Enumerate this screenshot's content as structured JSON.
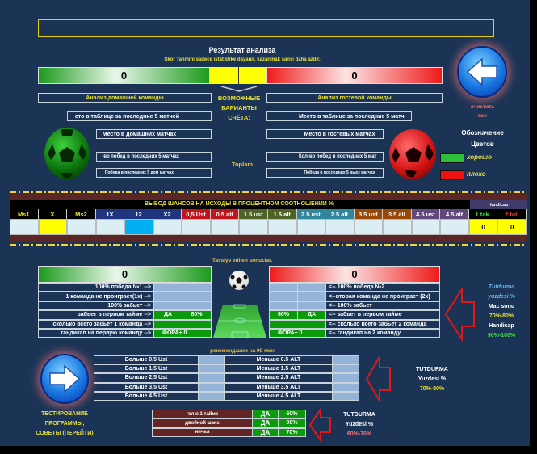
{
  "top_input": "",
  "analysis": {
    "title": "Результат анализа",
    "subtitle": "Skor Tahmini sadece istatistike dayanir, kazanmak sansi daha azdir.",
    "home_score": "0",
    "away_score": "0",
    "home_header": "Анализ домашней команды",
    "away_header": "Анализ гостевой команды",
    "middle": [
      "ВОЗМОЖНЫЕ",
      "ВАРИАНТЫ",
      "СЧЁТА:"
    ],
    "toplam": "Toplam",
    "home_rows": [
      "сто в таблице за последние 5 матчей",
      "Место в домашних матчах",
      "-во побед в последних 5 матчах",
      "Победа в последних 5 дом матчах"
    ],
    "away_rows": [
      "Место в таблице за последние 5 матч",
      "Место в гостевых матчах",
      "Кол-во побед в последних 5 мат",
      "Победа в последних 5 выез матчах"
    ],
    "clear_label": [
      "очистить",
      "все"
    ],
    "legend_title": [
      "Обозначение",
      "Цветов"
    ],
    "legend_good": "хорошо",
    "legend_bad": "плохо",
    "good_color": "#2bbf3a",
    "bad_color": "#ee1111"
  },
  "odds": {
    "title": "ВЫВОД ШАНСОВ НА ИСХОДЫ В ПРОЦЕНТНОМ СООТНОШЕНИИ %",
    "handicap": "Handicap",
    "columns": [
      "Ms1",
      "X",
      "Ms2",
      "1X",
      "12",
      "X2",
      "0,5 Ust",
      "0,5 alt",
      "1.5 ust",
      "1.5 alt",
      "2.5 ust",
      "2.5 alt",
      "3.5 ust",
      "3.5 alt",
      "4.5 ust",
      "4.5 alt",
      "1 tak.",
      "2 tal."
    ],
    "values": [
      "",
      "",
      "",
      "",
      "",
      "",
      "",
      "",
      "",
      "",
      "",
      "",
      "",
      "",
      "",
      "",
      "0",
      "0"
    ]
  },
  "recommend": {
    "title": "Tavsiye edilen sonuclar.",
    "home_score": "0",
    "away_score": "0",
    "home_rows": [
      {
        "label": "100%  победа №1 -->",
        "v1": "",
        "v2": ""
      },
      {
        "label": "1 команда не проиграет(1х) -->",
        "v1": "",
        "v2": ""
      },
      {
        "label": "100% забьет -->",
        "v1": "",
        "v2": ""
      },
      {
        "label": "забьет в первом тайме -->",
        "v1": "ДА",
        "v2": "60%"
      },
      {
        "label": "сколько всего забьет 1 команда -->",
        "v1": ""
      },
      {
        "label": "гандикап на первую команду -->",
        "v1": "ФОРА+  0"
      }
    ],
    "away_rows": [
      {
        "label": "<-- 100% победа №2",
        "v1": "",
        "v2": ""
      },
      {
        "label": "<--вторая команда не проиграет  (2х)",
        "v1": "",
        "v2": ""
      },
      {
        "label": "<-- 100% забьет",
        "v1": "",
        "v2": ""
      },
      {
        "label": "<-- забьет в первом тайме",
        "v1": "60%",
        "v2": "ДА"
      },
      {
        "label": "<-- сколько всего забьет 2 команда",
        "v1": ""
      },
      {
        "label": "<-- гандикап на 2 команду",
        "v1": "ФОРА+  0"
      }
    ],
    "side": [
      "Tutdurma",
      "yuzdesi %",
      "Mac sonu",
      "70%-80%",
      "Handicap",
      "90%-100%"
    ]
  },
  "ninety": {
    "title": "рекомендации на 90 мин",
    "rows": [
      {
        "over": "Больше 0.5 Ust",
        "under": "Меньше 0.5 ALT"
      },
      {
        "over": "Больше 1.5 Ust",
        "under": "Меньше 1.5 ALT"
      },
      {
        "over": "Больше 2.5 Ust",
        "under": "Меньше 2.5 ALT"
      },
      {
        "over": "Больше 3.5 Ust",
        "under": "Меньше 3.5 ALT"
      },
      {
        "over": "Больше 4.5 Ust",
        "under": "Меньше 4.5 ALT"
      }
    ],
    "side": [
      "TUTDURMA",
      "Yuzdesi %",
      "70%-80%"
    ]
  },
  "test_button": [
    "ТЕСТИРОВАНИЕ",
    "ПРОГРАММЫ,",
    "СОВЕТЫ (ПЕРЕЙТИ)"
  ],
  "extra": {
    "rows": [
      {
        "label": "гол в 1 тайме",
        "yes": "ДА",
        "pct": "60%"
      },
      {
        "label": "двойной шанс",
        "yes": "ДА",
        "pct": "90%"
      },
      {
        "label": "ничья",
        "yes": "ДА",
        "pct": "70%"
      }
    ],
    "side": [
      "TUTDURMA",
      "Yuzdesi %",
      "60%-70%"
    ]
  }
}
